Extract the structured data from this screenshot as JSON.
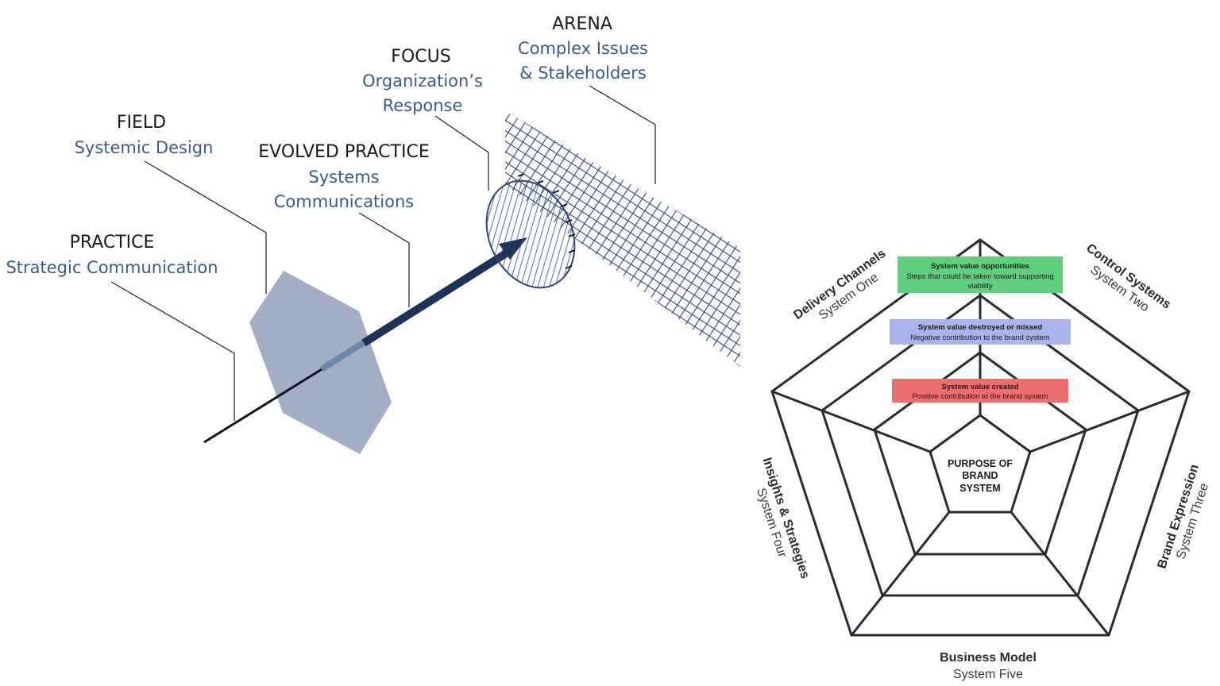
{
  "left_diagram": {
    "arena": {
      "heading": "ARENA",
      "line1": "Complex Issues",
      "line2": "& Stakeholders"
    },
    "focus": {
      "heading": "FOCUS",
      "line1": "Organization’s",
      "line2": "Response"
    },
    "field": {
      "heading": "FIELD",
      "line1": "Systemic Design"
    },
    "evolved": {
      "heading": "EVOLVED PRACTICE",
      "line1": "Systems",
      "line2": "Communications"
    },
    "practice": {
      "heading": "PRACTICE",
      "line1": "Strategic Communication"
    },
    "colors": {
      "navy": "#1f3358",
      "hexagon": "#a3adc3",
      "label_blue": "#3d5a86"
    }
  },
  "right_diagram": {
    "center": {
      "line1": "PURPOSE OF",
      "line2": "BRAND",
      "line3": "SYSTEM"
    },
    "axes": {
      "delivery": {
        "title": "Delivery Channels",
        "subtitle": "System One"
      },
      "control": {
        "title": "Control Systems",
        "subtitle": "System Two"
      },
      "brand": {
        "title": "Brand Expression",
        "subtitle": "System Three"
      },
      "business": {
        "title": "Business Model",
        "subtitle": "System Five"
      },
      "insights": {
        "title": "Insights & Strategies",
        "subtitle": "System Four"
      }
    },
    "boxes": {
      "opportunities": {
        "title": "System value opportunities",
        "line1": "Steps that could be taken toward supporting",
        "line2": "viability",
        "color": "#5fcf7e"
      },
      "destroyed": {
        "title": "System value destroyed or missed",
        "line1": "Negative contribution to the brand system",
        "color": "#a9b4ec"
      },
      "created": {
        "title": "System value created",
        "line1": "Positive contribution to the brand system",
        "color": "#ec6f6f"
      }
    }
  }
}
